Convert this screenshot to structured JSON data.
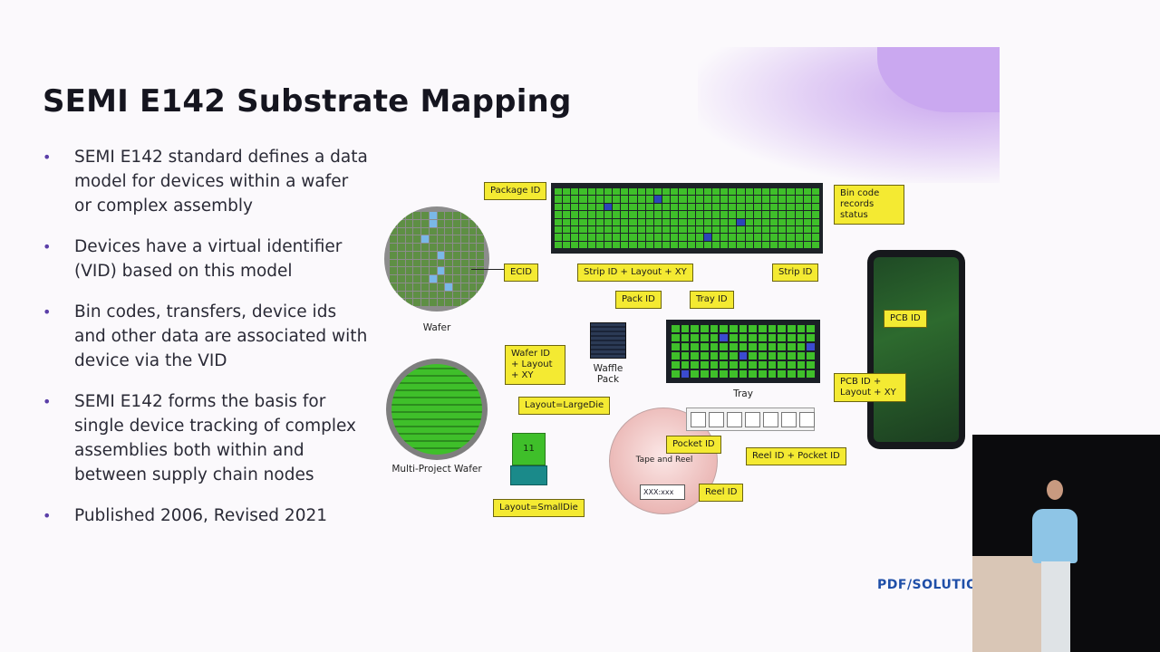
{
  "slide": {
    "title": "SEMI E142 Substrate Mapping",
    "bullets": [
      "SEMI E142 standard defines a data model for devices within a wafer or complex assembly",
      "Devices have a virtual identifier (VID) based on this model",
      "Bin codes, transfers, device ids and other data are associated with device via the VID",
      "SEMI E142 forms the basis for single device tracking of complex assemblies both within and between supply chain nodes",
      "Published 2006, Revised 2021"
    ],
    "bullet_marker": "•"
  },
  "diagram": {
    "captions": {
      "wafer": "Wafer",
      "mpw": "Multi-Project Wafer",
      "waffle": "Waffle\nPack",
      "tray": "Tray",
      "tape": "Tape and Reel",
      "die_value": "11"
    },
    "tags": {
      "package_id": "Package ID",
      "bin_code": "Bin code records status",
      "ecid": "ECID",
      "strip_layout": "Strip ID + Layout + XY",
      "strip_id": "Strip ID",
      "pack_id": "Pack ID",
      "tray_id": "Tray ID",
      "pcb_id": "PCB ID",
      "pcb_layout": "PCB ID + Layout + XY",
      "wafer_layout": "Wafer ID + Layout + XY",
      "layout_large": "Layout=LargeDie",
      "layout_small": "Layout=SmallDie",
      "pocket_id": "Pocket ID",
      "reel_pocket": "Reel ID + Pocket ID",
      "reel_id": "Reel ID",
      "reel_label": "XXX:xxx"
    }
  },
  "footer": {
    "logo": "PDF/SOLUTION"
  },
  "colors": {
    "accent_purple": "#caa8f0",
    "tag_yellow": "#f4ea32",
    "die_green": "#3fbf2a",
    "logo_blue": "#1f4fa8"
  }
}
